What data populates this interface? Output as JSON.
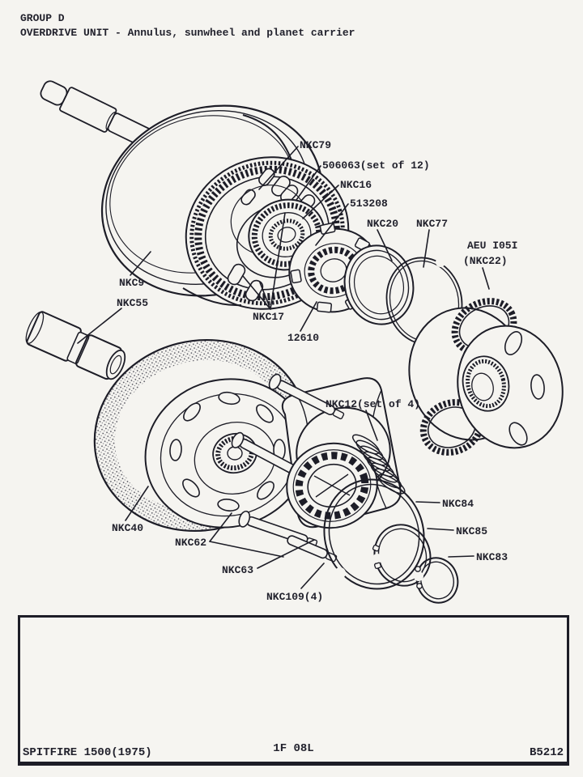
{
  "header": {
    "group": "GROUP D",
    "title": "OVERDRIVE UNIT - Annulus, sunwheel and planet carrier"
  },
  "diagram": {
    "description": "Exploded view of overdrive unit annulus, sunwheel and planet carrier",
    "labels": [
      {
        "part": "thrust-pin",
        "text": "NKC79"
      },
      {
        "part": "pin-set",
        "text": "506063(set of 12)"
      },
      {
        "part": "uni-directional-clutch",
        "text": "NKC16"
      },
      {
        "part": "roller-cage",
        "text": "513208"
      },
      {
        "part": "circlip-front",
        "text": "NKC20"
      },
      {
        "part": "snap-ring-front",
        "text": "NKC77"
      },
      {
        "part": "planet-carrier",
        "text": "AEU I05I"
      },
      {
        "part": "planet-carrier-alt",
        "text": "(NKC22)"
      },
      {
        "part": "annulus",
        "text": "NKC9"
      },
      {
        "part": "sunwheel",
        "text": "NKC55"
      },
      {
        "part": "clutch-rollers",
        "text": "NKC17"
      },
      {
        "part": "bearing",
        "text": "12610"
      },
      {
        "part": "spring-set",
        "text": "NKC12(set of 4)"
      },
      {
        "part": "ring-large",
        "text": "NKC84"
      },
      {
        "part": "ring-medium",
        "text": "NKC85"
      },
      {
        "part": "ring-small",
        "text": "NKC83"
      },
      {
        "part": "clutch-sliding-member",
        "text": "NKC40"
      },
      {
        "part": "thrust-bearing-housing",
        "text": "NKC62"
      },
      {
        "part": "stud",
        "text": "NKC63"
      },
      {
        "part": "stud-set",
        "text": "NKC109(4)"
      }
    ]
  },
  "footer": {
    "model": "SPITFIRE 1500(1975)",
    "plate_code": "1F 08L",
    "page_ref": "B5212"
  },
  "colors": {
    "ink": "#22222d",
    "line": "#1d1d27",
    "paper": "#f5f4f0"
  }
}
